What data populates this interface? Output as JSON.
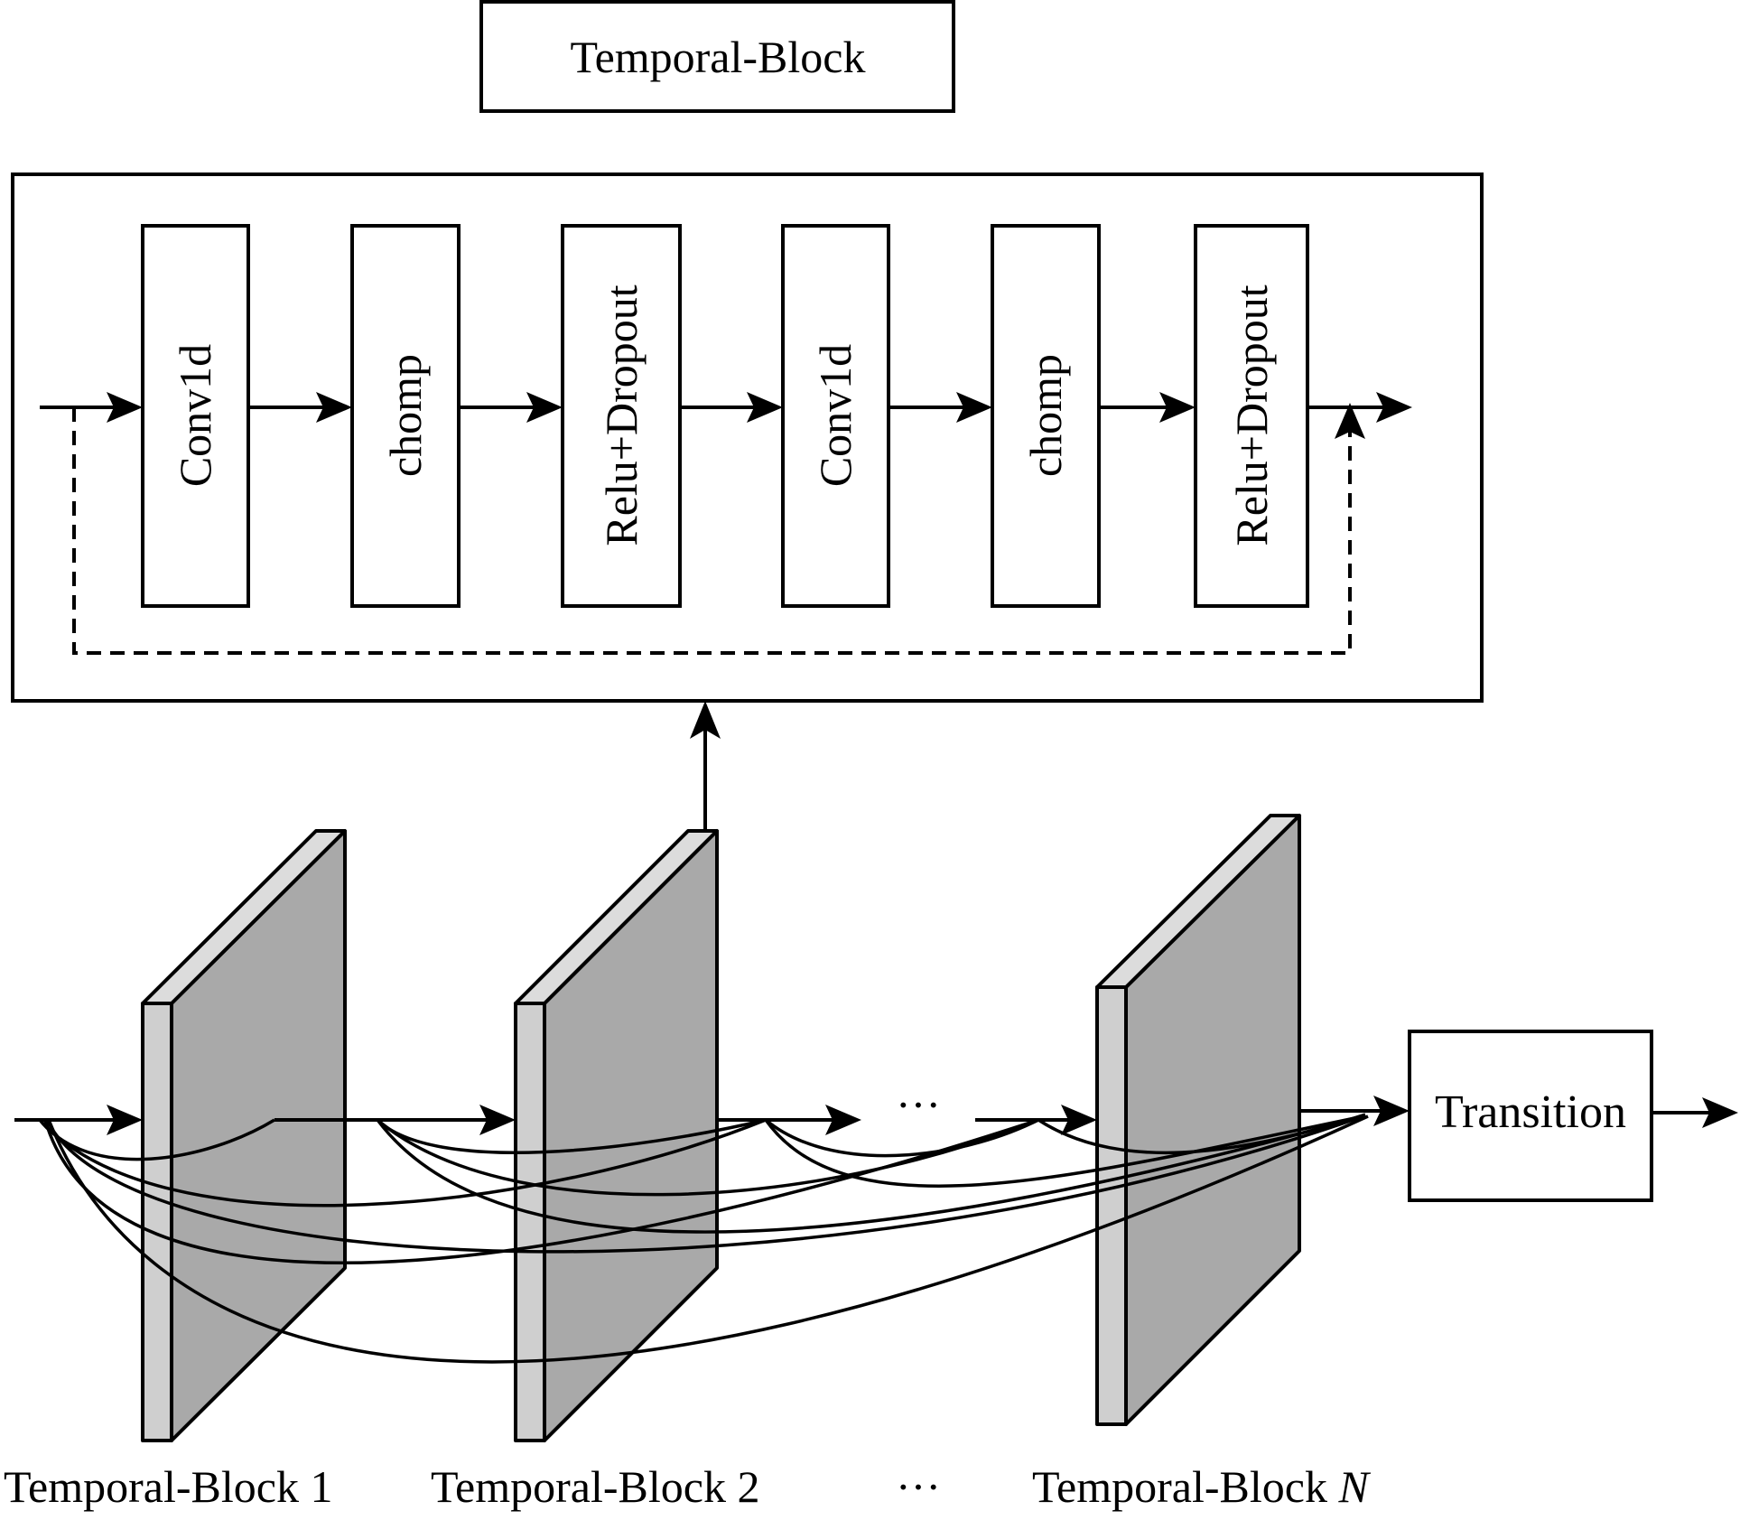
{
  "diagram": {
    "title": "Temporal-Block",
    "inner_blocks": [
      {
        "label": "Conv1d"
      },
      {
        "label": "chomp"
      },
      {
        "label": "Relu+Dropout"
      },
      {
        "label": "Conv1d"
      },
      {
        "label": "chomp"
      },
      {
        "label": "Relu+Dropout"
      }
    ],
    "ellipsis": "···",
    "transition_label": "Transition",
    "stack_labels": [
      {
        "prefix": "Temporal-Block ",
        "index": "1"
      },
      {
        "prefix": "Temporal-Block ",
        "index": "2"
      },
      {
        "prefix": "",
        "index": "···"
      },
      {
        "prefix": "Temporal-Block ",
        "index": "N"
      }
    ]
  }
}
